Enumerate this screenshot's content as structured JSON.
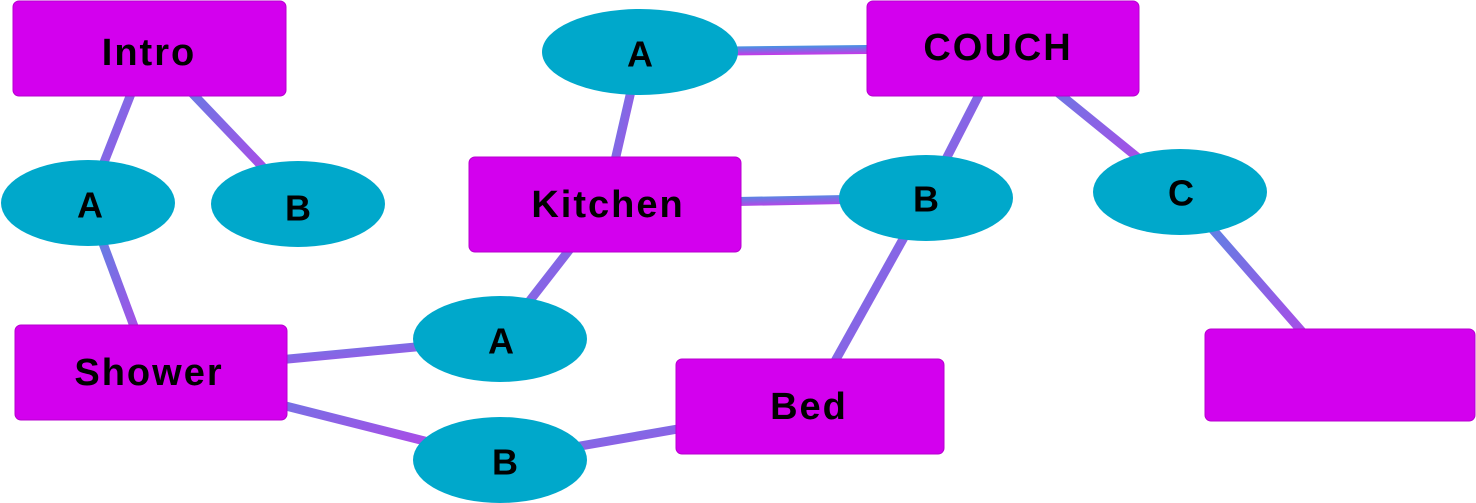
{
  "colors": {
    "room_fill": "#D300EE",
    "room_stroke": "#B700CF",
    "choice_fill": "#00A8CB",
    "edge_start": "#4A90E2",
    "edge_end": "#C23BE8",
    "text": "#000000"
  },
  "rooms": {
    "intro": "Intro",
    "couch": "COUCH",
    "kitchen": "Kitchen",
    "shower": "Shower",
    "bed": "Bed",
    "empty": ""
  },
  "choices": {
    "intro_a": "A",
    "intro_b": "B",
    "kitchen_a_top": "A",
    "kitchen_a_bottom": "A",
    "couch_b": "B",
    "couch_c": "C",
    "shower_b": "B"
  },
  "edges": [
    [
      "intro",
      "intro_a"
    ],
    [
      "intro",
      "intro_b"
    ],
    [
      "intro_a",
      "shower"
    ],
    [
      "intro_b",
      "kitchen"
    ],
    [
      "kitchen",
      "kitchen_a_top"
    ],
    [
      "kitchen_a_top",
      "couch"
    ],
    [
      "kitchen",
      "couch_b"
    ],
    [
      "couch",
      "couch_b"
    ],
    [
      "couch",
      "couch_c"
    ],
    [
      "couch_c",
      "empty"
    ],
    [
      "couch_b",
      "bed"
    ],
    [
      "kitchen",
      "kitchen_a_bottom"
    ],
    [
      "shower",
      "kitchen_a_bottom"
    ],
    [
      "shower",
      "shower_b"
    ],
    [
      "shower_b",
      "bed"
    ]
  ]
}
